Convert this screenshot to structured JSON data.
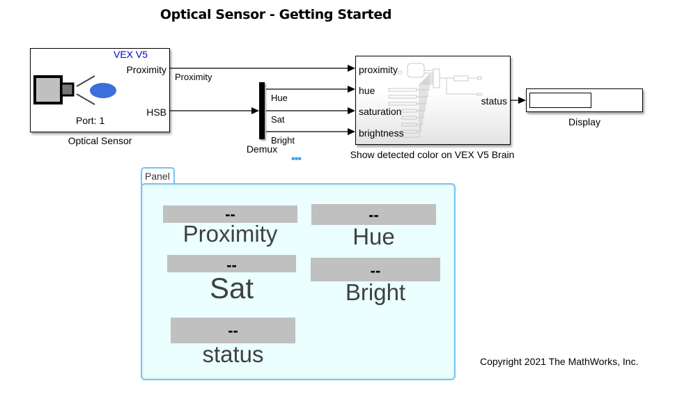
{
  "title": "Optical Sensor - Getting Started",
  "blocks": {
    "optical_sensor": {
      "name": "Optical Sensor",
      "header": "VEX V5",
      "outputs": [
        "Proximity",
        "HSB"
      ],
      "port_text": "Port: 1",
      "header_color": "#0000cc",
      "lens_color": "#3b6fd9"
    },
    "demux": {
      "name": "Demux"
    },
    "subsystem": {
      "name": "Show detected color on VEX V5 Brain",
      "inputs": [
        "proximity",
        "hue",
        "saturation",
        "brightness"
      ],
      "outputs": [
        "status"
      ]
    },
    "display": {
      "name": "Display"
    }
  },
  "signals": {
    "proximity": "Proximity",
    "hue": "Hue",
    "sat": "Sat",
    "bright": "Bright"
  },
  "ellipsis": "•••",
  "panel": {
    "tab_label": "Panel",
    "background": "#eafffe",
    "border_color": "#74c4f4",
    "displays": [
      {
        "value": "--",
        "label": "Proximity"
      },
      {
        "value": "--",
        "label": "Hue"
      },
      {
        "value": "--",
        "label": "Sat"
      },
      {
        "value": "--",
        "label": "Bright"
      },
      {
        "value": "--",
        "label": "status"
      }
    ]
  },
  "copyright": "Copyright 2021 The MathWorks, Inc."
}
